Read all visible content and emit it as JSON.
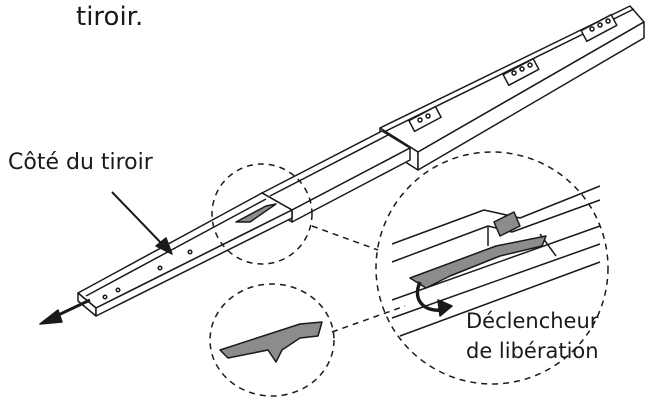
{
  "labels": {
    "top_text": "tiroir.",
    "drawer_side": "Côté du tiroir",
    "release_trigger_line1": "Déclencheur",
    "release_trigger_line2": "de libération"
  },
  "colors": {
    "line": "#1a1a1a",
    "rail_fill": "#ffffff",
    "trigger_fill": "#8c8c8c",
    "background": "#ffffff"
  },
  "icons": {
    "direction_arrow": "arrow-left-icon",
    "rotation_arrow": "curved-arrow-icon"
  }
}
